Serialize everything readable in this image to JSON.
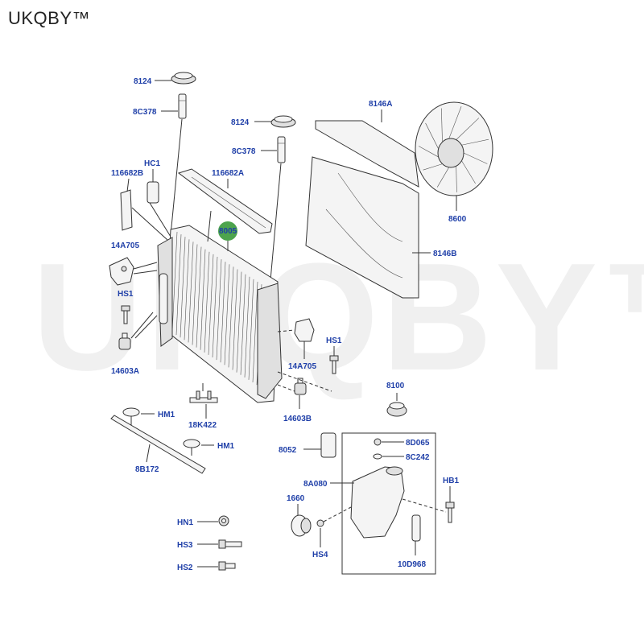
{
  "brand": {
    "name": "UKQBY™",
    "watermark": "UKQBY™"
  },
  "highlight_color": "#3a9a3a",
  "label_color": "#1f3fa8",
  "labels": {
    "cap_8124_left": "8124",
    "pipe_8c378_left": "8C378",
    "cap_8124_right": "8124",
    "pipe_8c378_right": "8C378",
    "shroud_upper": "8146A",
    "seal_116682a": "116682A",
    "seal_116682b": "116682B",
    "hc1": "HC1",
    "fan": "8600",
    "radiator": "8005",
    "shroud_lower": "8146B",
    "bracket_14a705_left": "14A705",
    "bracket_14a705_right": "14A705",
    "hs1_left": "HS1",
    "hs1_right": "HS1",
    "mount_14603a": "14603A",
    "mount_14603b": "14603B",
    "cap_8100": "8100",
    "hm1_top": "HM1",
    "hm1_bottom": "HM1",
    "clip_18k422": "18K422",
    "sensor_8052": "8052",
    "bolt_8d065": "8D065",
    "seal_8c242": "8C242",
    "tank_8a080": "8A080",
    "strip_8b172": "8B172",
    "hb1": "HB1",
    "grommet_1660": "1660",
    "hn1": "HN1",
    "hs3": "HS3",
    "hs4": "HS4",
    "hs2": "HS2",
    "hose_10d968": "10D968"
  }
}
